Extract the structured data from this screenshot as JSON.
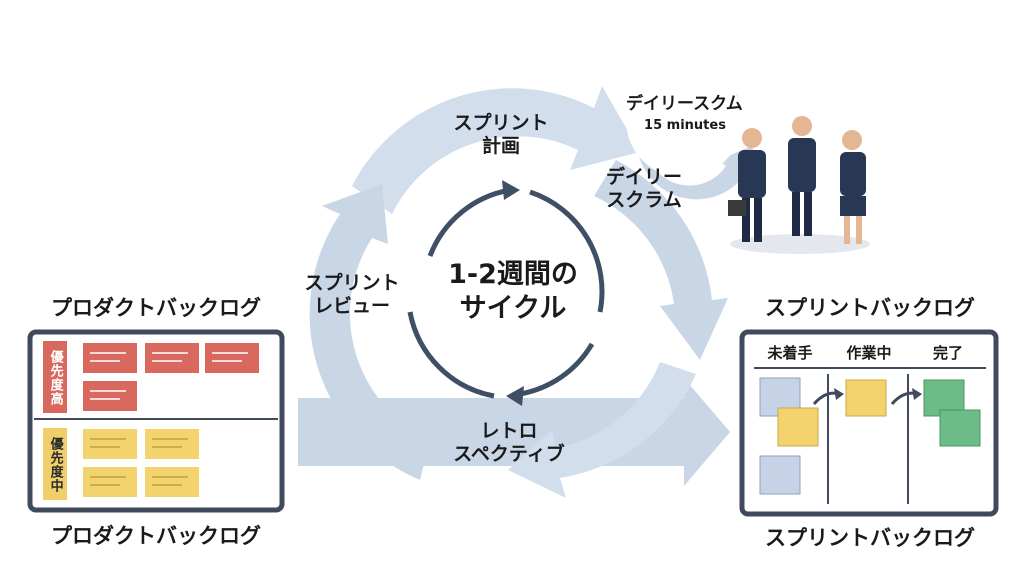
{
  "labels": {
    "product_backlog_top": "プロダクトバックログ",
    "product_backlog_bottom": "プロダクトバックログ",
    "sprint_backlog_top": "スプリントバックログ",
    "sprint_backlog_bottom": "スプリントバックログ",
    "sprint_planning": "スプリント\n計画",
    "daily_scrum_bubble": "デイリースクム",
    "daily_scrum_minutes": "15 minutes",
    "daily_scrum": "デイリー\nスクラム",
    "sprint_review": "スプリント\nレビュー",
    "cycle_center": "1-2週間の\nサイクル",
    "retrospective": "レトロ\nスペクティブ"
  },
  "priority": {
    "high": "優先度高",
    "mid": "優先度中"
  },
  "board_columns": [
    "未着手",
    "作業中",
    "完了"
  ],
  "colors": {
    "arrow": "#c9d6e6",
    "frame": "#3f4a5c",
    "dark_arrow": "#3f4f66",
    "note_red": "#d9685f",
    "note_yellow": "#f3d36d",
    "note_blue": "#c6d3e6",
    "note_green": "#6dbb86",
    "tag_red": "#d9685f",
    "tag_yellow": "#f0cf6a"
  }
}
